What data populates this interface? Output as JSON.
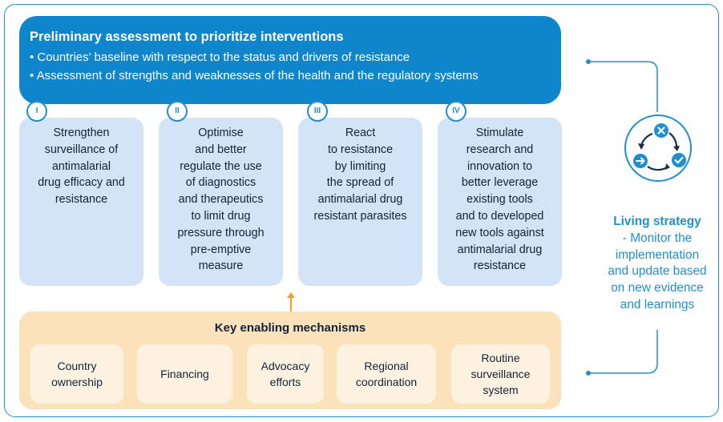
{
  "header": {
    "title": "Preliminary assessment to prioritize interventions",
    "bullets": [
      "• Countries’ baseline with respect to the status and drivers of resistance",
      "• Assessment of strengths and weaknesses of the health and the regulatory systems"
    ]
  },
  "pillars": [
    {
      "numeral": "I",
      "lines": [
        "Strengthen",
        "surveillance of",
        "antimalarial",
        "drug efficacy and",
        "resistance"
      ]
    },
    {
      "numeral": "II",
      "lines": [
        "Optimise",
        "and better",
        "regulate the use",
        "of diagnostics",
        "and therapeutics",
        "to limit drug",
        "pressure through",
        "pre-emptive",
        "measure"
      ]
    },
    {
      "numeral": "III",
      "lines": [
        "React",
        "to resistance",
        "by limiting",
        "the spread of",
        "antimalarial drug",
        "resistant parasites"
      ]
    },
    {
      "numeral": "IV",
      "lines": [
        "Stimulate",
        "research and",
        "innovation to",
        "better leverage",
        "existing tools",
        "and to developed",
        "new tools against",
        "antimalarial drug",
        "resistance"
      ]
    }
  ],
  "enablers": {
    "title": "Key enabling mechanisms",
    "items": [
      {
        "lines": [
          "Country",
          "ownership"
        ]
      },
      {
        "lines": [
          "Financing"
        ]
      },
      {
        "lines": [
          "Advocacy",
          "efforts"
        ]
      },
      {
        "lines": [
          "Regional",
          "coordination"
        ]
      },
      {
        "lines": [
          "Routine",
          "surveillance",
          "system"
        ]
      }
    ]
  },
  "living_strategy": {
    "title": "Living strategy",
    "lines": [
      "- Monitor the",
      "implementation",
      "and update based",
      "on new evidence",
      "and learnings"
    ]
  },
  "colors": {
    "accent_blue": "#1f8fcf",
    "header_blue": "#0f86cc",
    "pillar_bg": "#d2e4f5",
    "enabler_bg": "#fbe2bb",
    "enabler_item_bg": "#fdf2e0",
    "arrow_orange": "#f2a31b"
  }
}
